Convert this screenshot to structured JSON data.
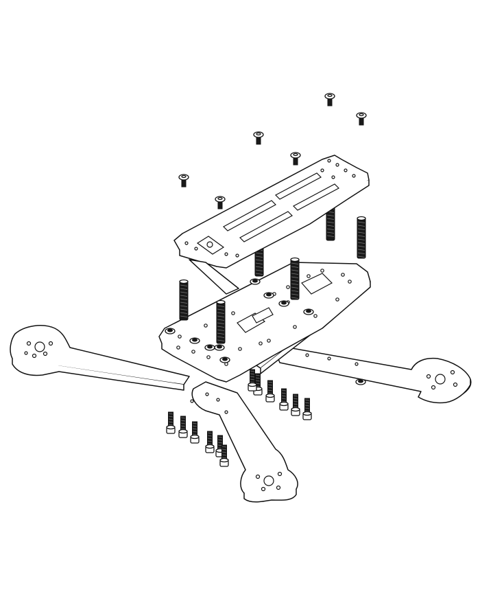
{
  "diagram": {
    "kind": "exploded-assembly",
    "colors": {
      "line": "#111111",
      "fill": "#ffffff",
      "dark": "#1a1a1a"
    }
  },
  "parts": {
    "top_plate_screws": 6,
    "standoffs": 6,
    "arm_screws": 12,
    "arms": 4
  }
}
